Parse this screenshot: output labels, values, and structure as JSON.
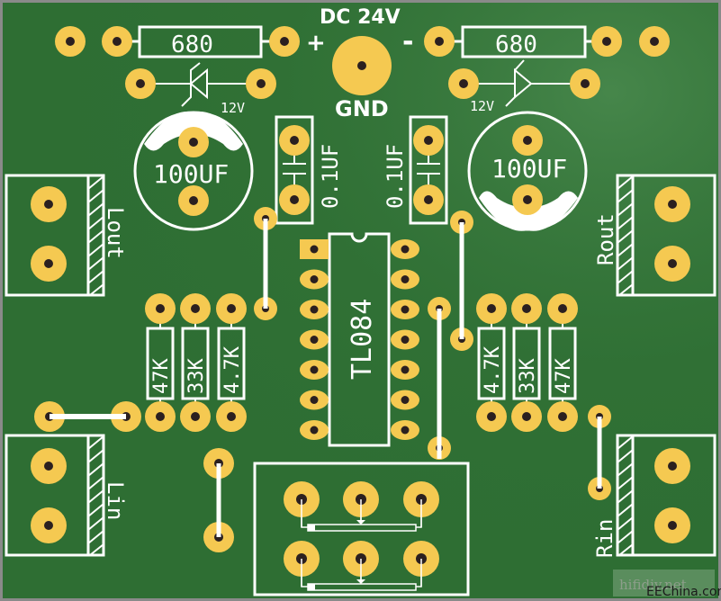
{
  "board": {
    "colors": {
      "substrate": "#2e6e33",
      "silkscreen": "#ffffff",
      "pad": "#f5c951",
      "drill": "#2b2020",
      "frame": "#8a8a8a"
    }
  },
  "labels": {
    "power_title": "DC 24V",
    "plus": "+",
    "minus": "-",
    "gnd": "GND",
    "ic": "TL084",
    "left_output": "Lout",
    "right_output": "Rout",
    "left_input": "Lin",
    "right_input": "Rin"
  },
  "components": {
    "resistor_left_top": "680",
    "resistor_right_top": "680",
    "zener_left": "12V",
    "zener_right": "12V",
    "cap_left_electrolytic": "100UF",
    "cap_right_electrolytic": "100UF",
    "cap_left_ceramic": "0.1UF",
    "cap_right_ceramic": "0.1UF",
    "left_resistors": [
      "47K",
      "33K",
      "4.7K"
    ],
    "right_resistors": [
      "4.7K",
      "33K",
      "47K"
    ]
  },
  "watermark": {
    "site_1": "hifidiy.net",
    "site_2": "EEChina.com"
  }
}
